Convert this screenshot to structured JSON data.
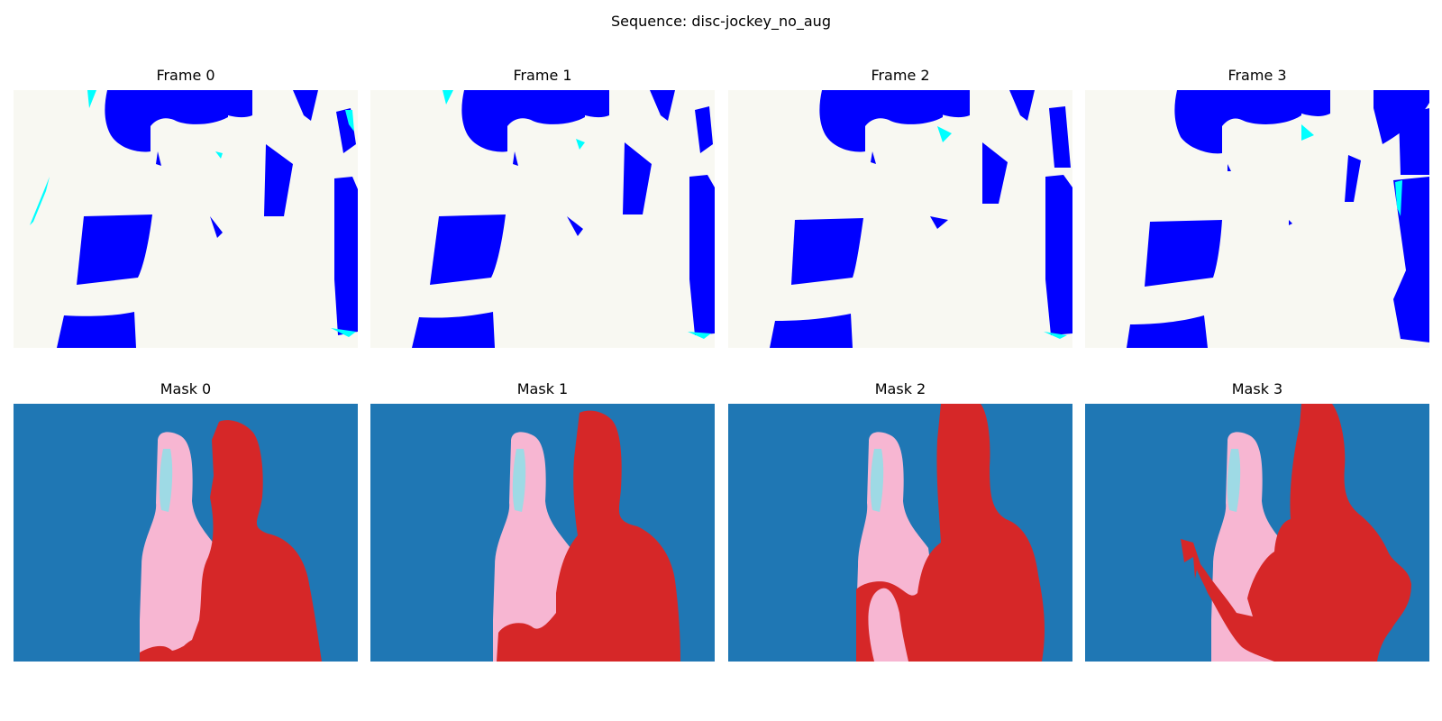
{
  "figure": {
    "title": "Sequence: disc-jockey_no_aug"
  },
  "frames": [
    {
      "title": "Frame 0"
    },
    {
      "title": "Frame 1"
    },
    {
      "title": "Frame 2"
    },
    {
      "title": "Frame 3"
    }
  ],
  "masks": [
    {
      "title": "Mask 0"
    },
    {
      "title": "Mask 1"
    },
    {
      "title": "Mask 2"
    },
    {
      "title": "Mask 3"
    }
  ],
  "colors": {
    "frame_background": "#f8f8f2",
    "frame_blue": "#0000ff",
    "frame_cyan": "#00ffff",
    "mask_background": "#1f77b4",
    "mask_person_a": "#f7b6d2",
    "mask_person_a_detail": "#9edae5",
    "mask_person_b": "#d62728"
  }
}
